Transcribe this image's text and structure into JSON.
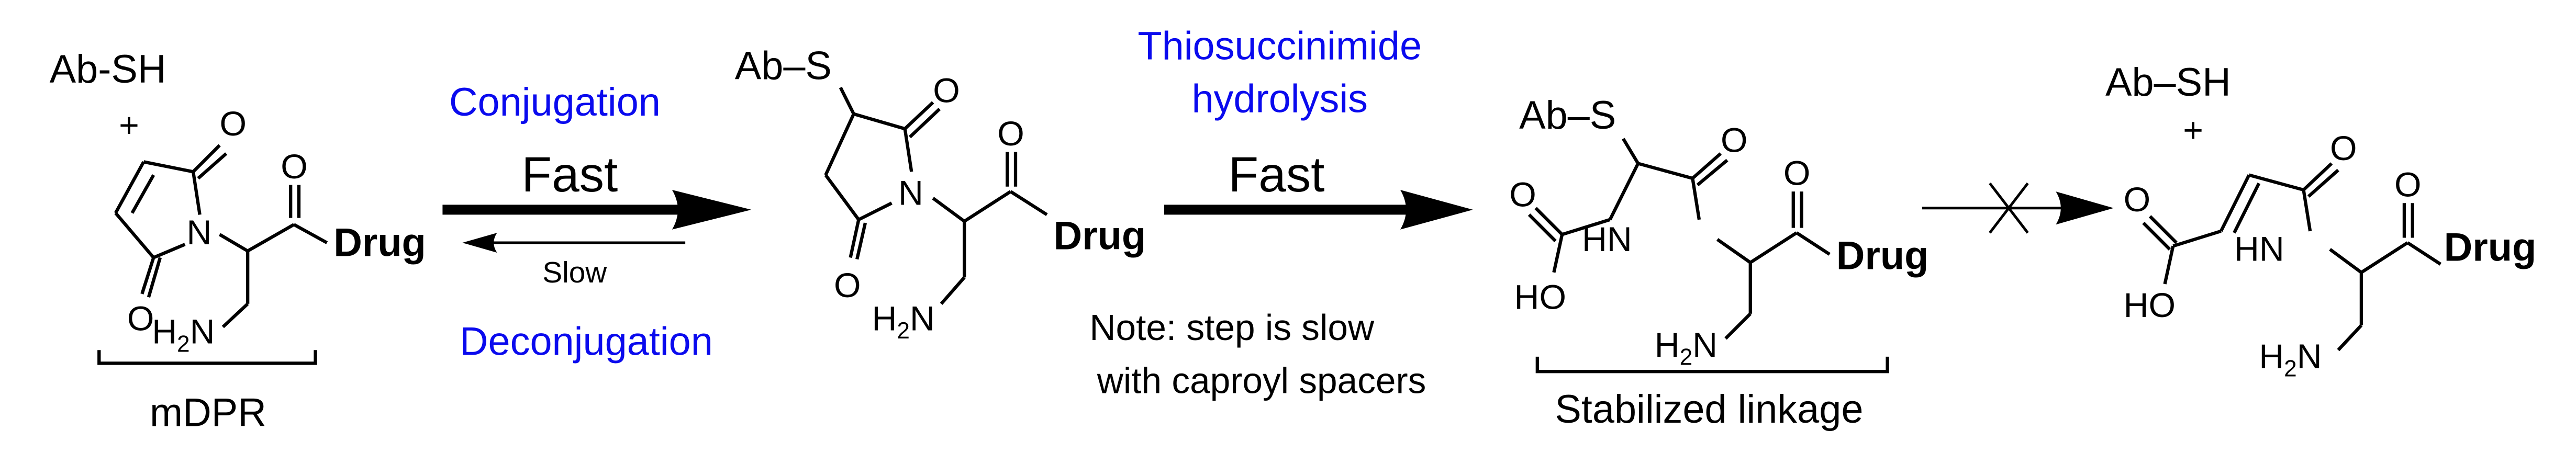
{
  "scheme": {
    "compounds": [
      {
        "id": "maleimide-mdpr",
        "reagent": "Ab-SH",
        "plus": "+",
        "atoms": {
          "o_top": "O",
          "o_bottom": "O",
          "n": "N",
          "o_carbonyl": "O",
          "amine_h": "H",
          "amine_sub": "2",
          "amine_n": "N"
        },
        "drug": "Drug",
        "bracket_label": "mDPR"
      },
      {
        "id": "thiosuccinimide",
        "thiol": "Ab–S",
        "atoms": {
          "o_top": "O",
          "o_bottom": "O",
          "n": "N",
          "o_carbonyl": "O",
          "amine_h": "H",
          "amine_sub": "2",
          "amine_n": "N"
        },
        "drug": "Drug"
      },
      {
        "id": "hydrolyzed",
        "thiol": "Ab–S",
        "atoms": {
          "o_amide": "O",
          "o_acid": "O",
          "ho": "HO",
          "hn": "HN",
          "o_carbonyl": "O",
          "amine_h": "H",
          "amine_sub": "2",
          "amine_n": "N"
        },
        "drug": "Drug",
        "bracket_label": "Stabilized linkage"
      },
      {
        "id": "retro-michael-products",
        "reagent": "Ab–SH",
        "plus": "+",
        "atoms": {
          "o_acid": "O",
          "ho": "HO",
          "o_amide": "O",
          "hn": "HN",
          "o_carbonyl": "O",
          "amine_h": "H",
          "amine_sub": "2",
          "amine_n": "N"
        },
        "drug": "Drug"
      }
    ],
    "arrows": [
      {
        "id": "conjugation",
        "forward_label": "Conjugation",
        "forward_rate": "Fast",
        "reverse_rate": "Slow",
        "reverse_label": "Deconjugation",
        "label_color": "#0a0aee"
      },
      {
        "id": "hydrolysis",
        "label_line1": "Thiosuccinimide",
        "label_line2": "hydrolysis",
        "rate": "Fast",
        "note_line1": "Note: step is slow",
        "note_line2": "with caproyl spacers",
        "label_color": "#0a0aee"
      },
      {
        "id": "blocked",
        "blocked": true,
        "symbol": "crossed-arrow"
      }
    ]
  }
}
